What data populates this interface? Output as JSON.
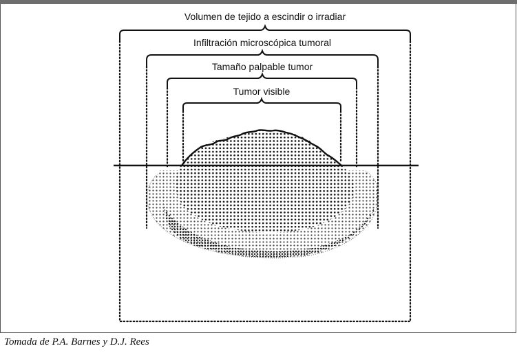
{
  "diagram": {
    "labels": {
      "volumen": "Volumen de tejido a escindir o irradiar",
      "infiltracion": "Infiltración microscópica tumoral",
      "palpable": "Tamaño palpable tumor",
      "visible": "Tumor visible"
    },
    "caption": "Tomada de P.A. Barnes y D.J. Rees"
  }
}
